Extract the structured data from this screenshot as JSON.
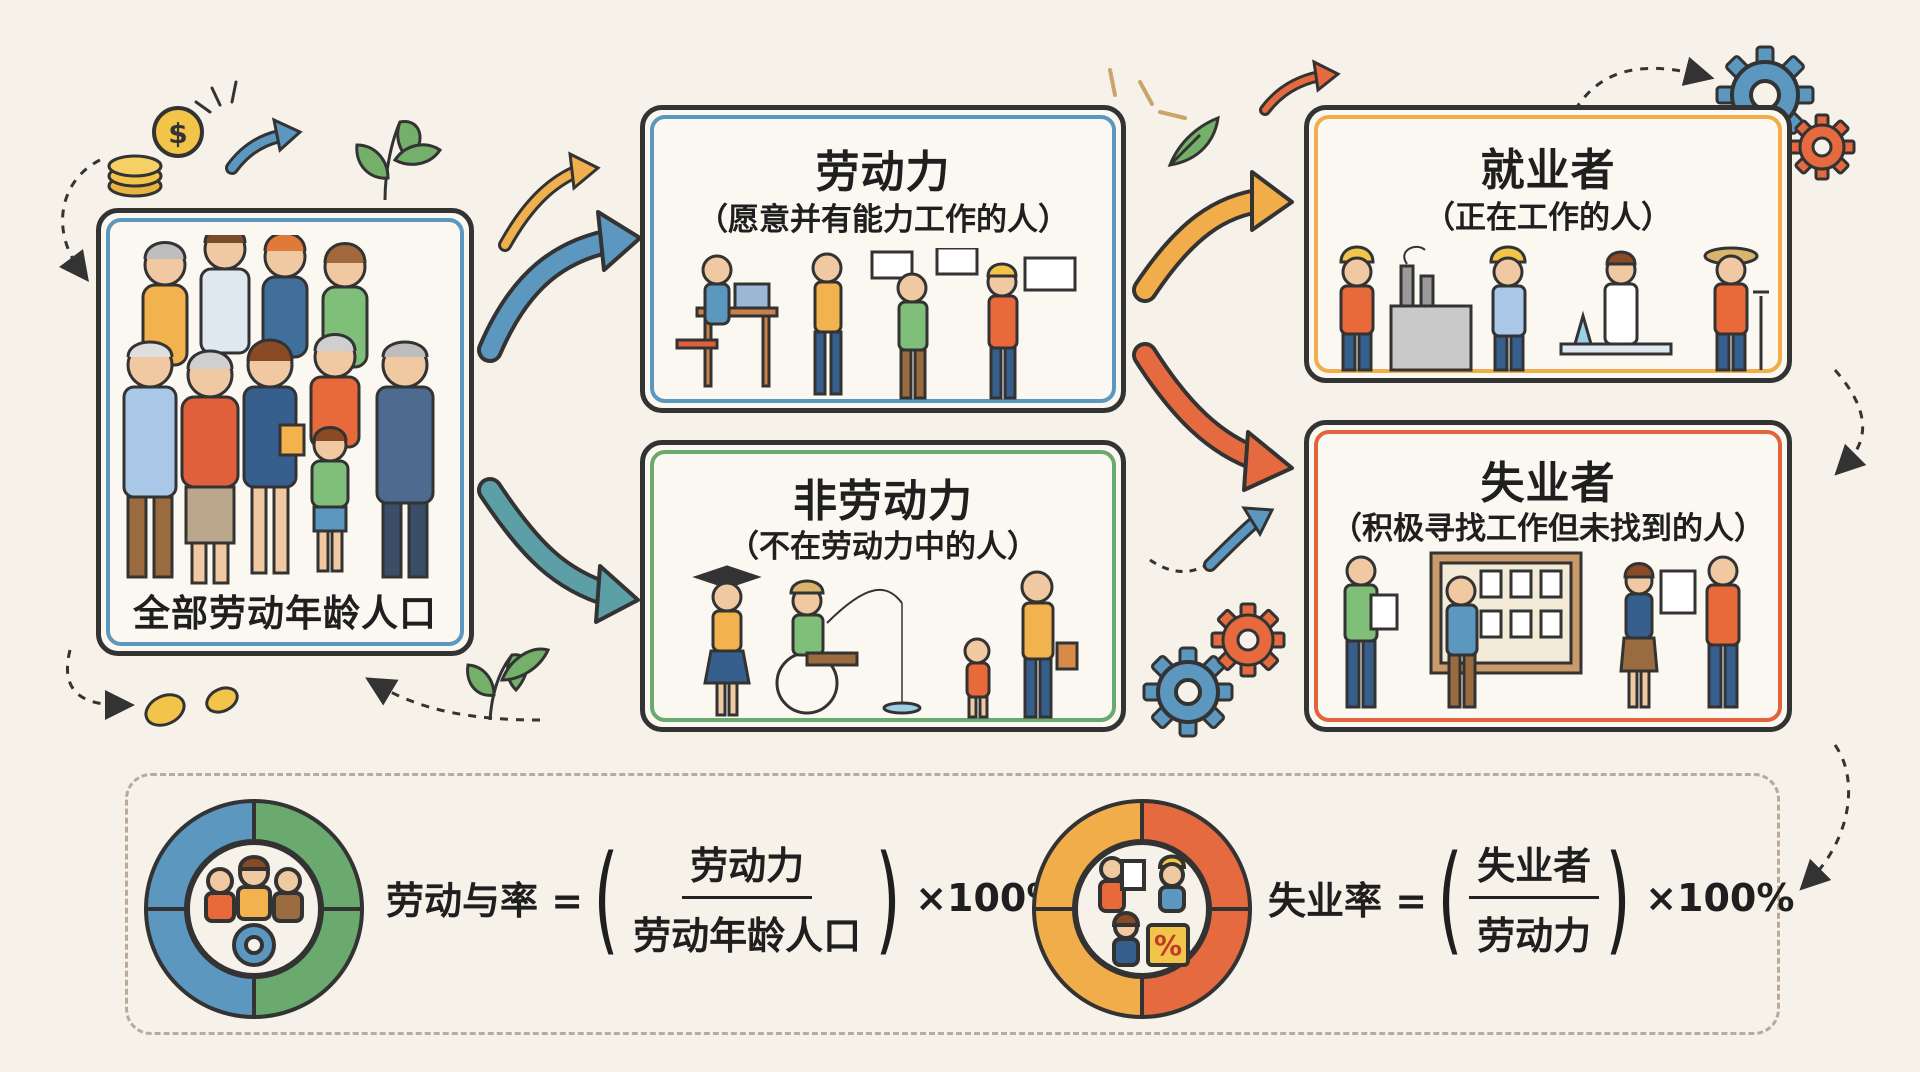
{
  "population": {
    "label": "全部劳动年龄人口"
  },
  "labor_force": {
    "title": "劳动力",
    "subtitle": "（愿意并有能力工作的人）"
  },
  "non_labor_force": {
    "title": "非劳动力",
    "subtitle": "（不在劳动力中的人）"
  },
  "employed": {
    "title": "就业者",
    "subtitle": "（正在工作的人）"
  },
  "unemployed": {
    "title": "失业者",
    "subtitle": "（积极寻找工作但未找到的人）"
  },
  "formula_participation": {
    "lhs": "劳动与率 =",
    "numerator": "劳动力",
    "denominator": "劳动年龄人口",
    "multiplier": "×100%"
  },
  "formula_unemployment": {
    "lhs": "失业率 =",
    "numerator": "失业者",
    "denominator": "劳动力",
    "multiplier": "×100%"
  },
  "colors": {
    "blue": "#4f8ab3",
    "green": "#6aaa6e",
    "orange": "#eea545",
    "red": "#e2643d",
    "outline": "#333333",
    "background": "#f6f2ea"
  },
  "icons": [
    "coin-icon",
    "leaf-icon",
    "gear-icon",
    "percent-icon"
  ]
}
